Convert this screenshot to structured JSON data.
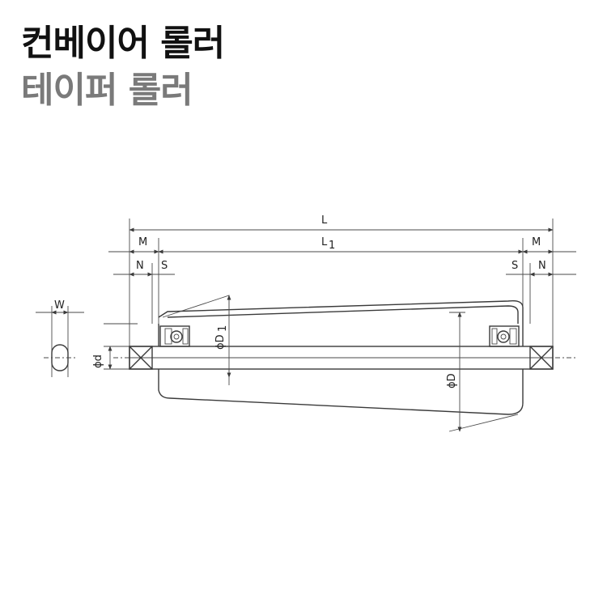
{
  "heading": {
    "title": "컨베이어 롤러",
    "subtitle": "테이퍼 롤러"
  },
  "drawing": {
    "labels": {
      "L": "L",
      "L1": "L",
      "L1_sub": "1",
      "M_left": "M",
      "M_right": "M",
      "N_left": "N",
      "N_right": "N",
      "S_left": "S",
      "S_right": "S",
      "W": "W",
      "d": "ϕd",
      "D1": "ϕD",
      "D1_sub": "1",
      "D": "ϕD"
    }
  }
}
